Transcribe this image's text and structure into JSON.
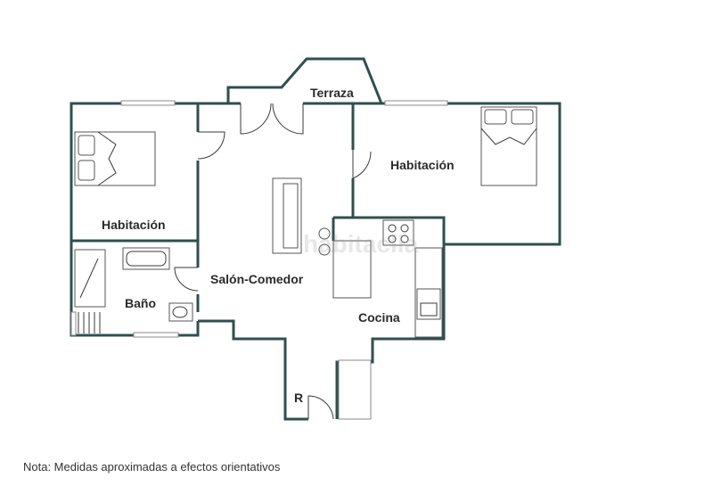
{
  "rooms": {
    "terraza": "Terraza",
    "habitacion_left": "Habitación",
    "habitacion_right": "Habitación",
    "bano": "Baño",
    "salon_comedor": "Salón-Comedor",
    "cocina": "Cocina",
    "r_label": "R"
  },
  "note": "Nota: Medidas aproximadas a efectos orientativos",
  "watermark": "habitaclia",
  "colors": {
    "wall": "#2f4f4f",
    "furniture": "#555555",
    "label": "#2a2a2a"
  }
}
